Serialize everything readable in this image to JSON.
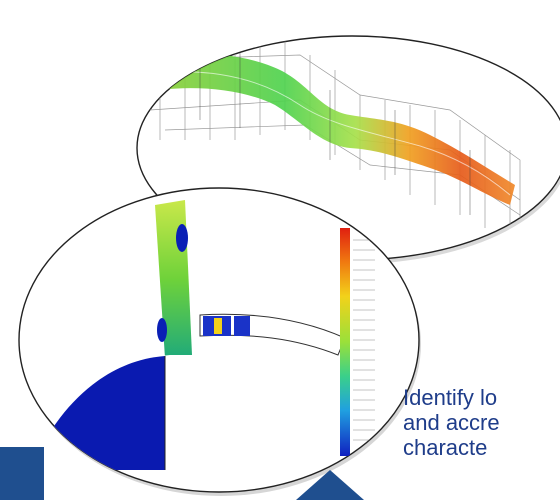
{
  "caption": {
    "lines": [
      "Identify lo",
      "and accre",
      "characte"
    ]
  },
  "colors": {
    "caption_text": "#1f3d8a",
    "panel_border": "#222222",
    "accent_navy": "#1f4f8f",
    "heat_hot": "#e0501a",
    "heat_warm": "#f2d21a",
    "heat_mid": "#5fd13a",
    "heat_cold": "#0a1fb5"
  },
  "figures": [
    {
      "name": "3d-flow-simulation",
      "description_colors": [
        "green",
        "yellow",
        "orange"
      ]
    },
    {
      "name": "2d-cross-section-contour"
    }
  ]
}
